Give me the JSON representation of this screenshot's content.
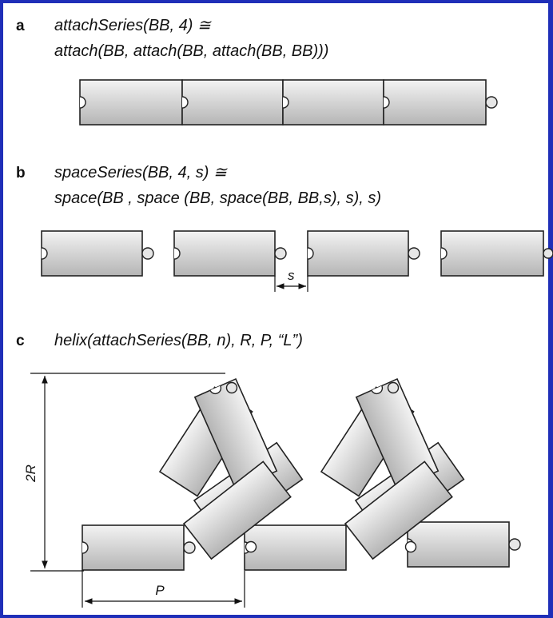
{
  "panels": {
    "a": {
      "letter": "a",
      "line1": "attachSeries(BB, 4) ≅",
      "line2": "attach(BB, attach(BB, attach(BB, BB)))"
    },
    "b": {
      "letter": "b",
      "line1": "spaceSeries(BB, 4, s) ≅",
      "line2": "space(BB , space (BB, space(BB, BB,s), s), s)",
      "spacing_label": "s"
    },
    "c": {
      "letter": "c",
      "line1": "helix(attachSeries(BB, n), R, P, “L”)",
      "radius_label": "2R",
      "pitch_label": "P"
    }
  },
  "colors": {
    "frame": "#1f2fb8",
    "block_light": "#f2f2f2",
    "block_dark": "#b9b9b9"
  }
}
